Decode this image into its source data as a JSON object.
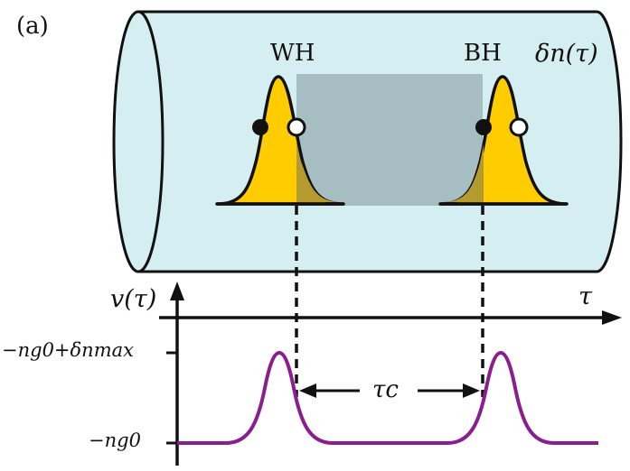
{
  "panel_label": "(a)",
  "fiber": {
    "fill_color": "#d4eef1",
    "stroke_color": "#111111",
    "label": "δn(τ)"
  },
  "pulses": {
    "fill_color": "#ffcc00",
    "shaded_color": "#b49a2f",
    "white_hole_label": "WH",
    "black_hole_label": "BH",
    "region_color": "#a6bdc2"
  },
  "graph": {
    "y_axis_label": "v(τ)",
    "x_axis_label": "τ",
    "y_tick_top": "−ng0+δnmax",
    "y_tick_bottom": "−ng0",
    "interval_label": "τc",
    "curve_color": "#8b1e8f"
  }
}
